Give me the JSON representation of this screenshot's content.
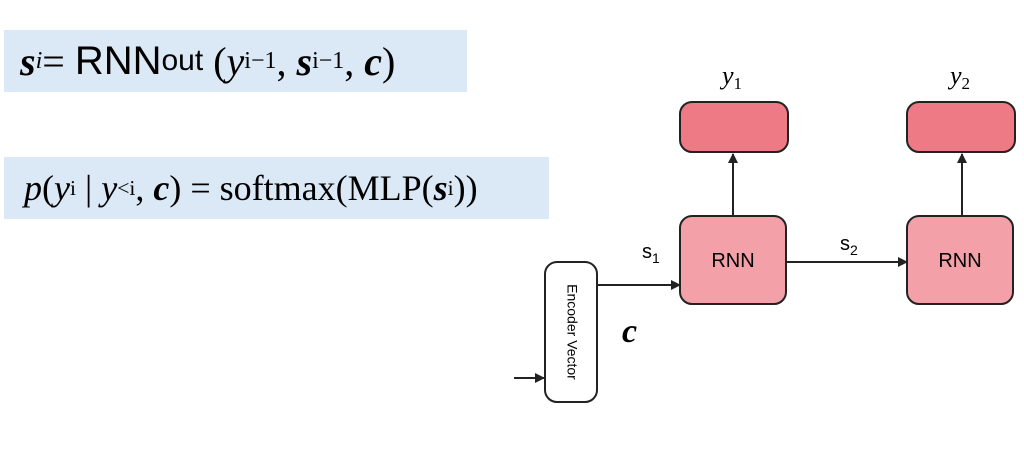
{
  "formula1": {
    "s": "s",
    "s_sub": "i",
    "eq": "=",
    "rnn": "RNN",
    "rnn_sub": "out",
    "open": "(",
    "y": "y",
    "y_sub": "i−1",
    "comma1": ",",
    "s2": "s",
    "s2_sub": "i−1",
    "comma2": ",",
    "c": "c",
    "close": ")"
  },
  "formula2": {
    "p": "p",
    "open": "(",
    "y": "y",
    "y_sub": "i",
    "bar": "|",
    "y2": "y",
    "y2_sub": "<i",
    "comma": ",",
    "c": "c",
    "close": ")",
    "eq": "=",
    "softmax": "softmax(",
    "mlp": "MLP(",
    "s": "s",
    "s_sub": "i",
    "end": "))"
  },
  "diagram": {
    "encoder_label": "Encoder Vector",
    "context_label": "c",
    "rnn1_label": "RNN",
    "rnn2_label": "RNN",
    "state1": "s",
    "state1_sub": "1",
    "state2": "s",
    "state2_sub": "2",
    "out1": "y",
    "out1_sub": "1",
    "out2": "y",
    "out2_sub": "2",
    "colors": {
      "rnn_fill": "#f4a0a8",
      "output_fill": "#ee7a86",
      "stroke": "#222222"
    }
  }
}
